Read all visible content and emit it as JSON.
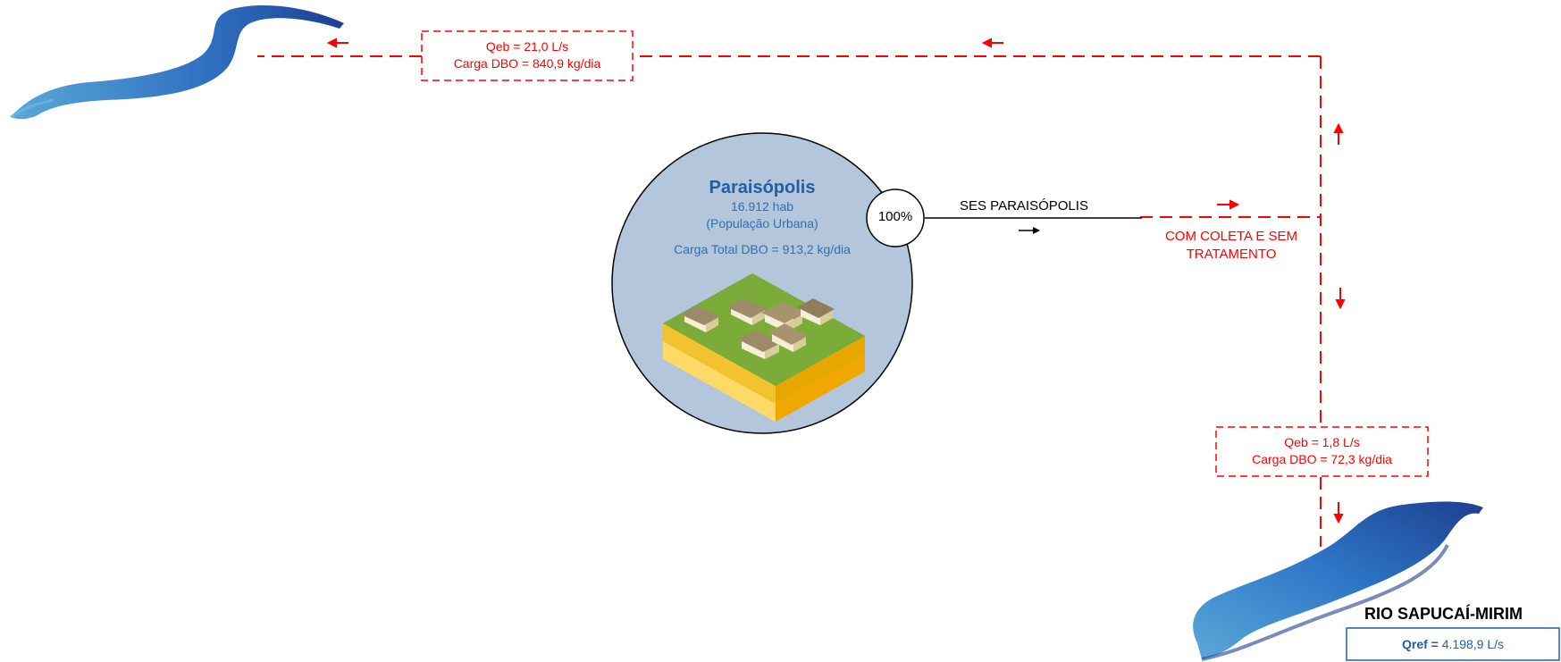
{
  "top_discharge": {
    "line1": "Qeb = 21,0 L/s",
    "line2": "Carga DBO = 840,9 kg/dia"
  },
  "bottom_discharge": {
    "line1": "Qeb = 1,8 L/s",
    "line2": "Carga DBO = 72,3 kg/dia"
  },
  "municipality": {
    "name": "Paraisópolis",
    "population": "16.912 hab",
    "population_type": "(População Urbana)",
    "total_load": "Carga Total DBO = 913,2 kg/dia",
    "percent": "100%"
  },
  "system": {
    "name": "SES PARAISÓPOLIS",
    "status_line1": "COM COLETA E SEM",
    "status_line2": "TRATAMENTO"
  },
  "river": {
    "name": "RIO SAPUCAÍ-MIRIM",
    "qref_label": "Qref =",
    "qref_value": "4.198,9 L/s"
  },
  "colors": {
    "flow_line": "#ff0000",
    "circle_fill": "#b4c6dc",
    "title_blue": "#1f5fa8",
    "river_light": "#5aa8d8",
    "river_dark": "#1e3f8f"
  },
  "icons": {
    "upper_river": "river-icon",
    "lower_river": "river-icon",
    "city": "town-block-icon"
  }
}
